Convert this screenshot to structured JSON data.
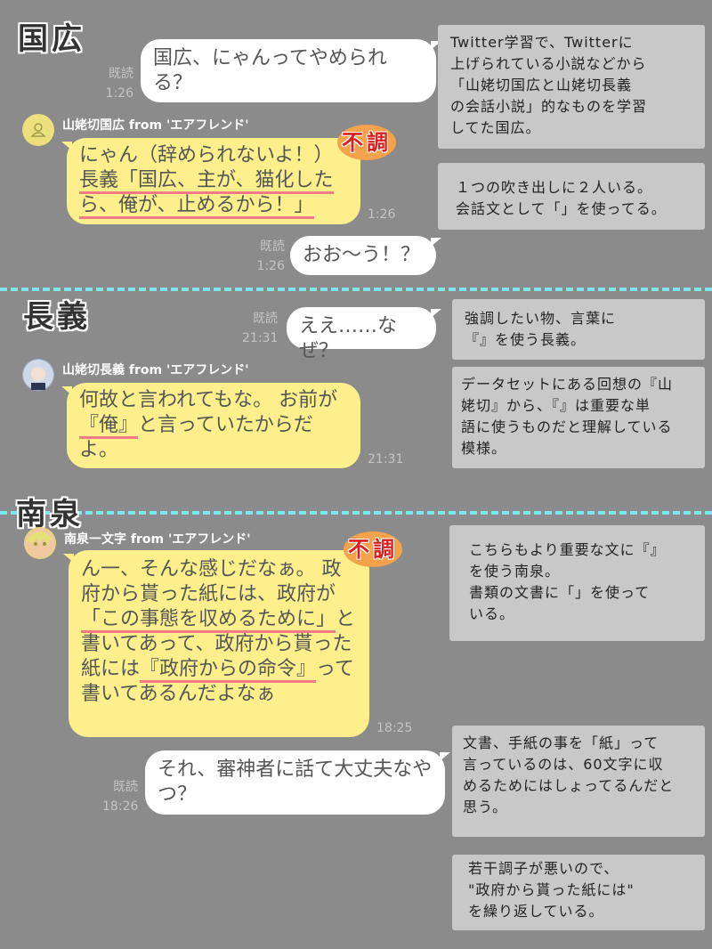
{
  "sections": [
    {
      "title": "国広"
    },
    {
      "title": "長義"
    },
    {
      "title": "南泉"
    }
  ],
  "read_label": "既読",
  "messages": {
    "m1": {
      "time": "1:26",
      "segments": [
        {
          "t": "国広、にゃんってやめられる？"
        }
      ]
    },
    "m2": {
      "sender": "山姥切国広 from 'エアフレンド'",
      "time": "1:26",
      "badge": "不調",
      "segments": [
        {
          "t": "にゃん（辞められないよ！）"
        },
        {
          "br": true
        },
        {
          "t": "長義「国広、主が、猫化したら、俺が、止めるから！」",
          "u": true
        }
      ]
    },
    "m3": {
      "time": "1:26",
      "segments": [
        {
          "t": "おお〜う！？"
        }
      ]
    },
    "m4": {
      "time": "21:31",
      "segments": [
        {
          "t": "ええ……なぜ？"
        }
      ]
    },
    "m5": {
      "sender": "山姥切長義 from 'エアフレンド'",
      "time": "21:31",
      "segments": [
        {
          "t": "何故と言われてもな。 お前が"
        },
        {
          "t": "『俺』",
          "u": true
        },
        {
          "t": "と言っていたからだよ。"
        }
      ]
    },
    "m6": {
      "sender": "南泉一文字 from 'エアフレンド'",
      "time": "18:25",
      "badge": "不調",
      "segments": [
        {
          "t": "ん一、そんな感じだなぁ。 政府から貰った紙には、政府が"
        },
        {
          "t": "「この事態を収めるために」",
          "u": true
        },
        {
          "t": "と書いてあって、政府から貰った紙には"
        },
        {
          "t": "『政府からの命令』",
          "u": true
        },
        {
          "t": "って書いてあるんだよなぁ"
        }
      ]
    },
    "m7": {
      "time": "18:26",
      "segments": [
        {
          "t": "それ、審神者に話て大丈夫なやつ？"
        }
      ]
    }
  },
  "notes": [
    "Twitter学習で、Twitterに\n上げられている小説などから\n「山姥切国広と山姥切長義\nの会話小説」的なものを学習\nしてた国広。",
    "１つの吹き出しに２人いる。\n会話文として「」を使ってる。",
    "強調したい物、言葉に\n『』を使う長義。",
    "データセットにある回想の『山\n姥切』から、『』は重要な単\n語に使うものだと理解している\n模様。",
    "こちらもより重要な文に『』\nを使う南泉。\n書類の文書に「」を使って\nいる。",
    "文書、手紙の事を「紙」って\n言っているのは、60文字に収\nめるためにはしょってるんだと\n思う。",
    "若干調子が悪いので、\n\"政府から貰った紙には\"\nを繰り返している。"
  ],
  "colors": {
    "background": "#8b8b8b",
    "bubble_user": "#ffffff",
    "bubble_bot": "#fdf08c",
    "underline": "#f07a86",
    "divider": "#7fe6ee",
    "note": "#c8c8c8"
  }
}
